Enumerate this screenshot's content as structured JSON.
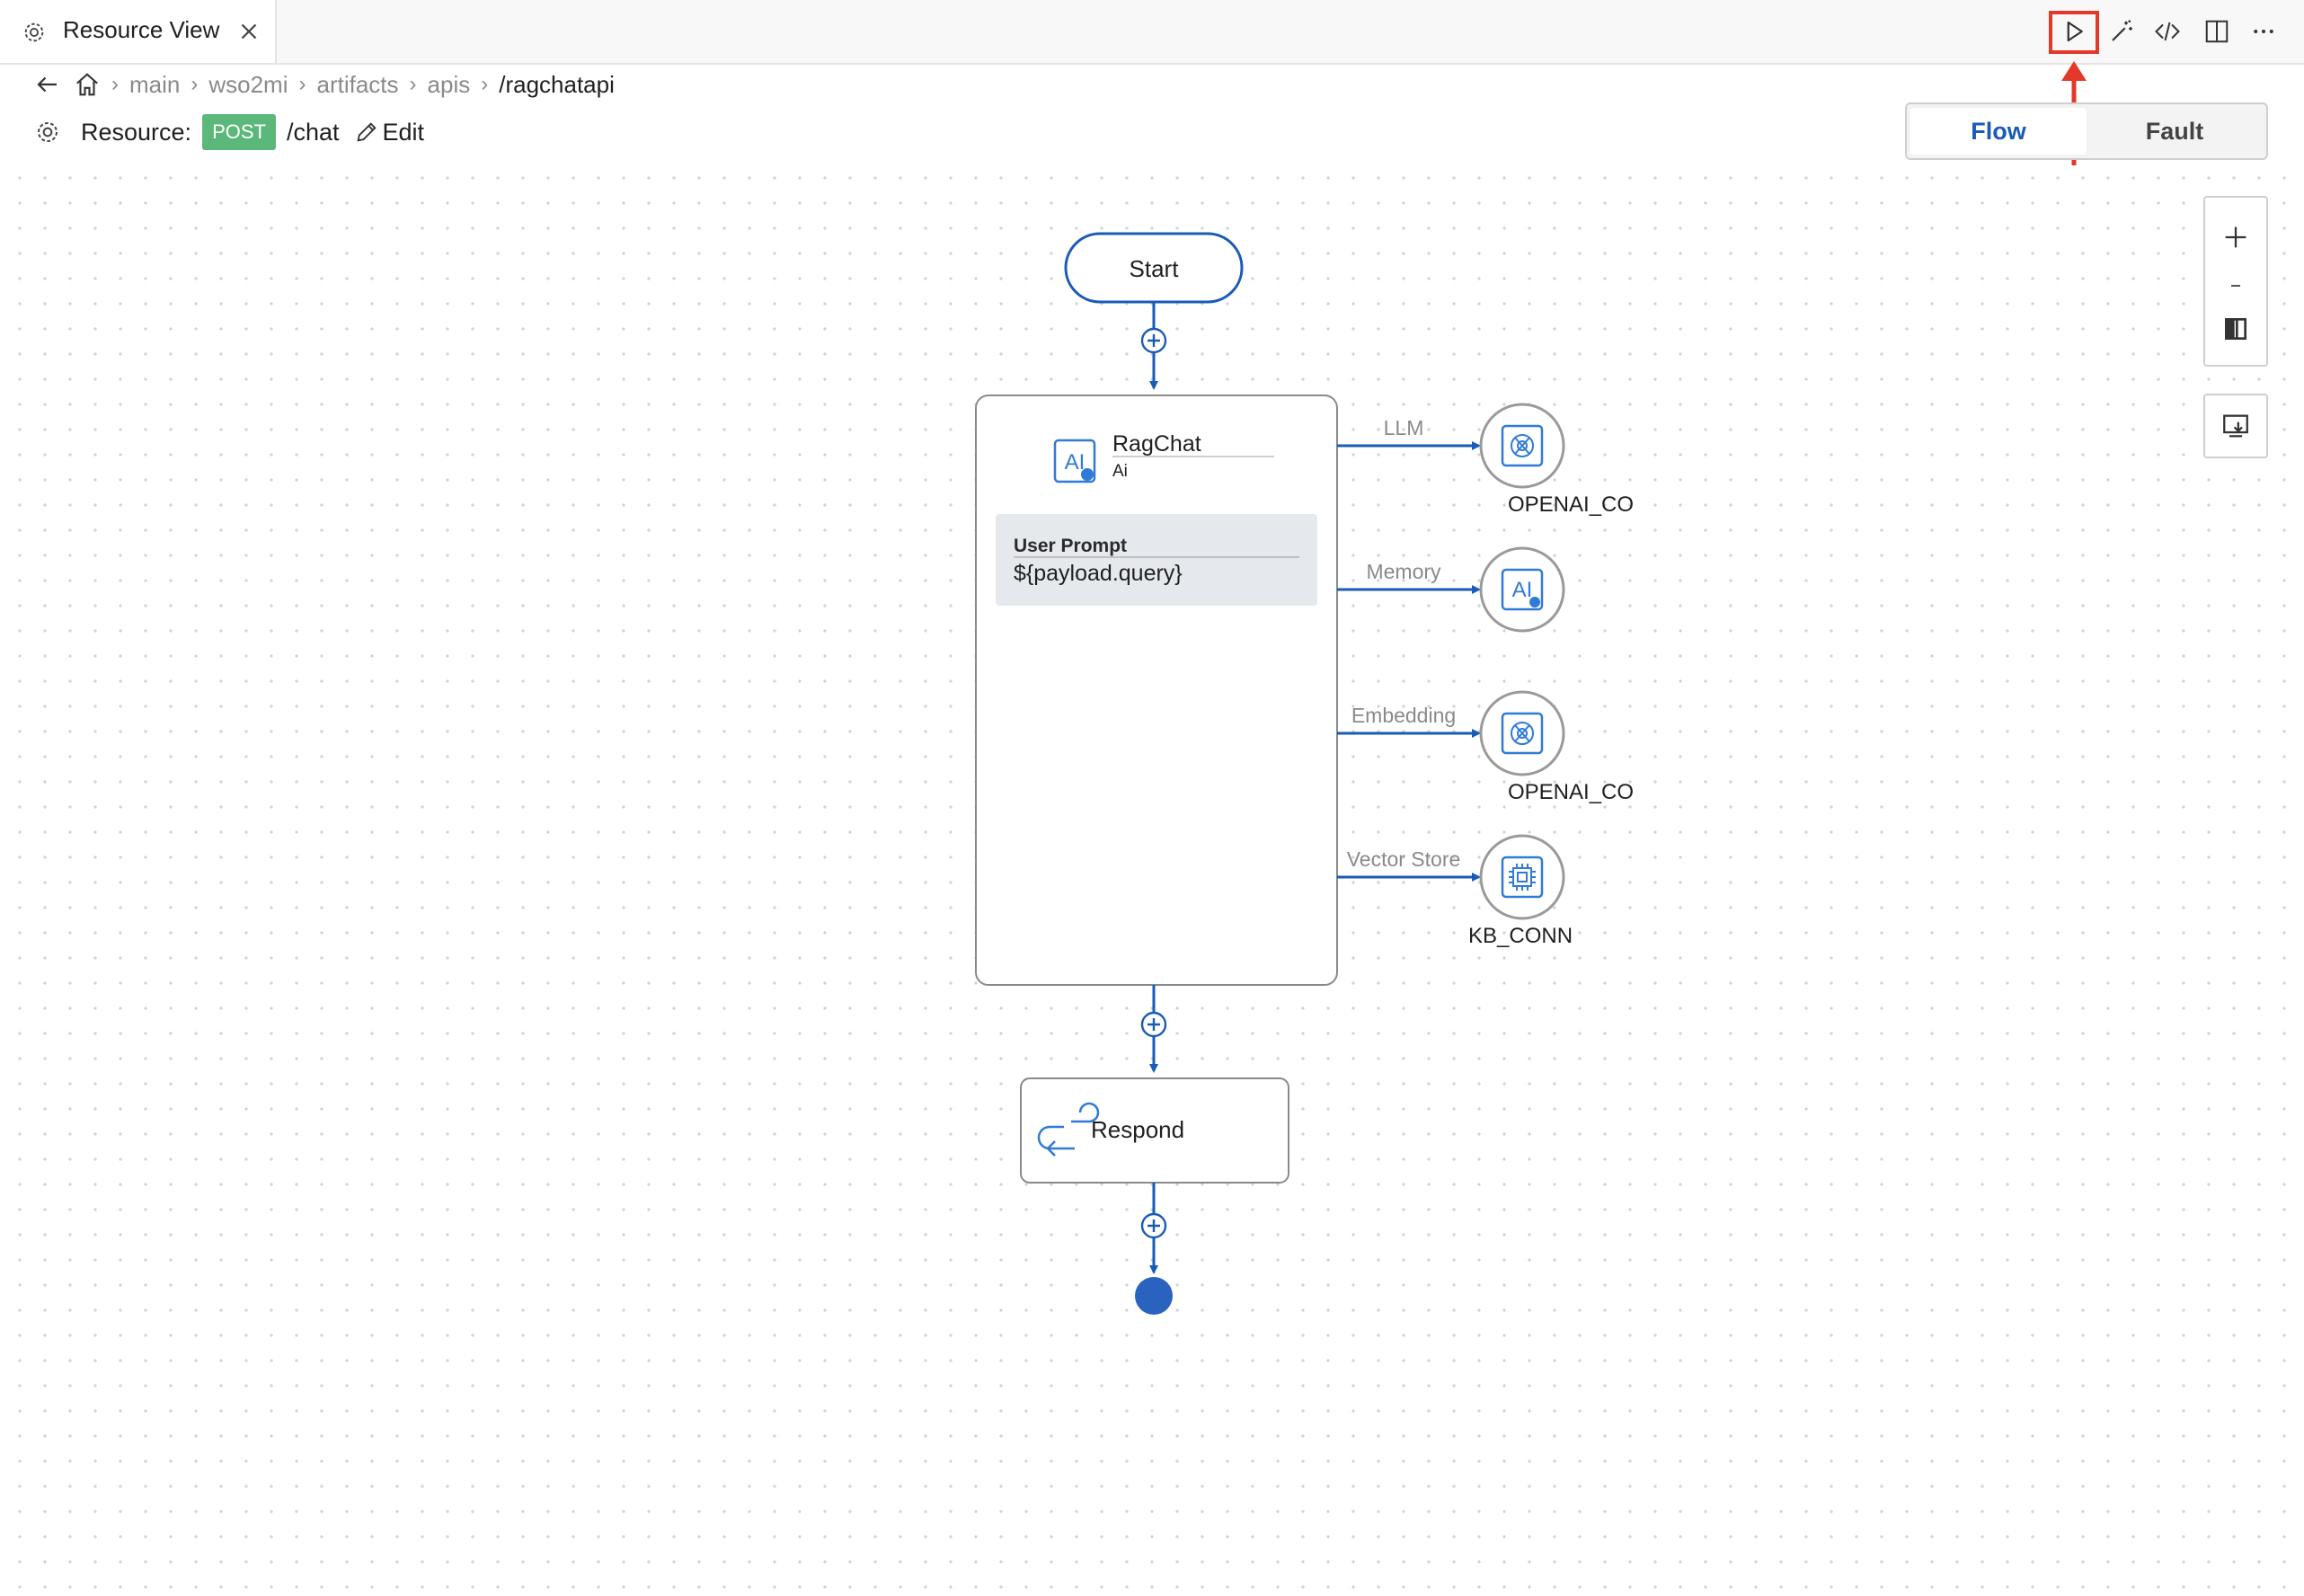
{
  "tab": {
    "title": "Resource View"
  },
  "breadcrumb": {
    "items": [
      "main",
      "wso2mi",
      "artifacts",
      "apis"
    ],
    "current": "/ragchatapi"
  },
  "resource": {
    "label": "Resource:",
    "method": "POST",
    "path": "/chat",
    "edit_label": "Edit"
  },
  "toggle": {
    "flow": "Flow",
    "fault": "Fault"
  },
  "toolbar": {
    "icons": [
      "run-icon",
      "magic-wand-icon",
      "code-icon",
      "split-editor-icon",
      "more-icon"
    ],
    "highlight_color": "#e2392b"
  },
  "zoom": {
    "plus": "+",
    "minus": "-"
  },
  "diagram": {
    "start_label": "Start",
    "mediator": {
      "name": "RagChat",
      "type": "Ai",
      "field_label": "User Prompt",
      "field_value": "${payload.query}"
    },
    "connections": [
      {
        "label": "LLM",
        "target": "OPENAI_CO",
        "icon": "openai-icon"
      },
      {
        "label": "Memory",
        "target": "",
        "icon": "ai-icon"
      },
      {
        "label": "Embedding",
        "target": "OPENAI_CO",
        "icon": "openai-icon"
      },
      {
        "label": "Vector Store",
        "target": "KB_CONN",
        "icon": "chip-icon"
      }
    ],
    "respond_label": "Respond",
    "accent_color": "#1a5bb5"
  }
}
